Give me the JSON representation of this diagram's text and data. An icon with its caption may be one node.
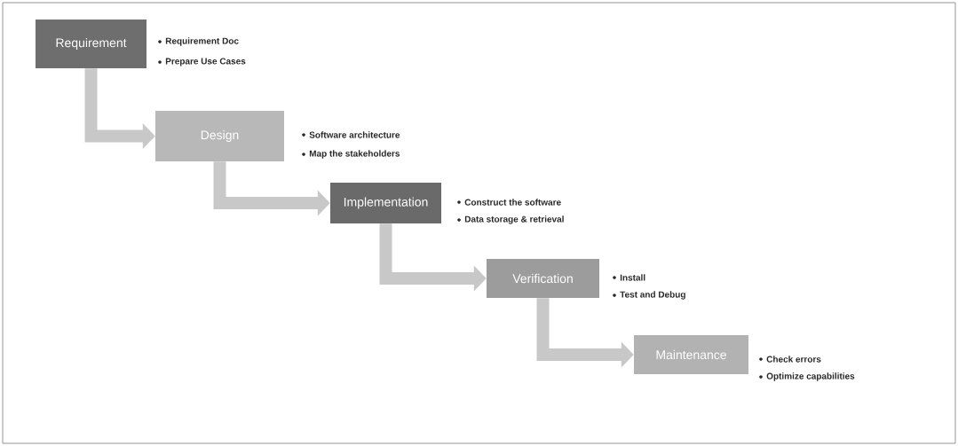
{
  "diagram": {
    "nodes": [
      {
        "text": [
          "Requirement"
        ],
        "beside": [
          "Requirement Doc",
          "Prepare Use Cases"
        ]
      },
      {
        "text": [
          "Design"
        ],
        "beside": [
          "Software architecture",
          "Map the stakeholders"
        ]
      },
      {
        "text": [
          "Implementation"
        ],
        "beside": [
          "Construct the software",
          "Data storage & retrieval"
        ]
      },
      {
        "text": [
          "Verification"
        ],
        "beside": [
          "Install",
          "Test and Debug"
        ]
      },
      {
        "text": [
          "Maintenance"
        ],
        "beside": [
          "Check errors",
          "Optimize capabilities"
        ]
      }
    ],
    "edges": [
      {
        "from": 0,
        "to": 1,
        "arrow": "to"
      },
      {
        "from": 1,
        "to": 2,
        "arrow": "to"
      },
      {
        "from": 2,
        "to": 3,
        "arrow": "to"
      },
      {
        "from": 3,
        "to": 4,
        "arrow": "to"
      }
    ]
  }
}
